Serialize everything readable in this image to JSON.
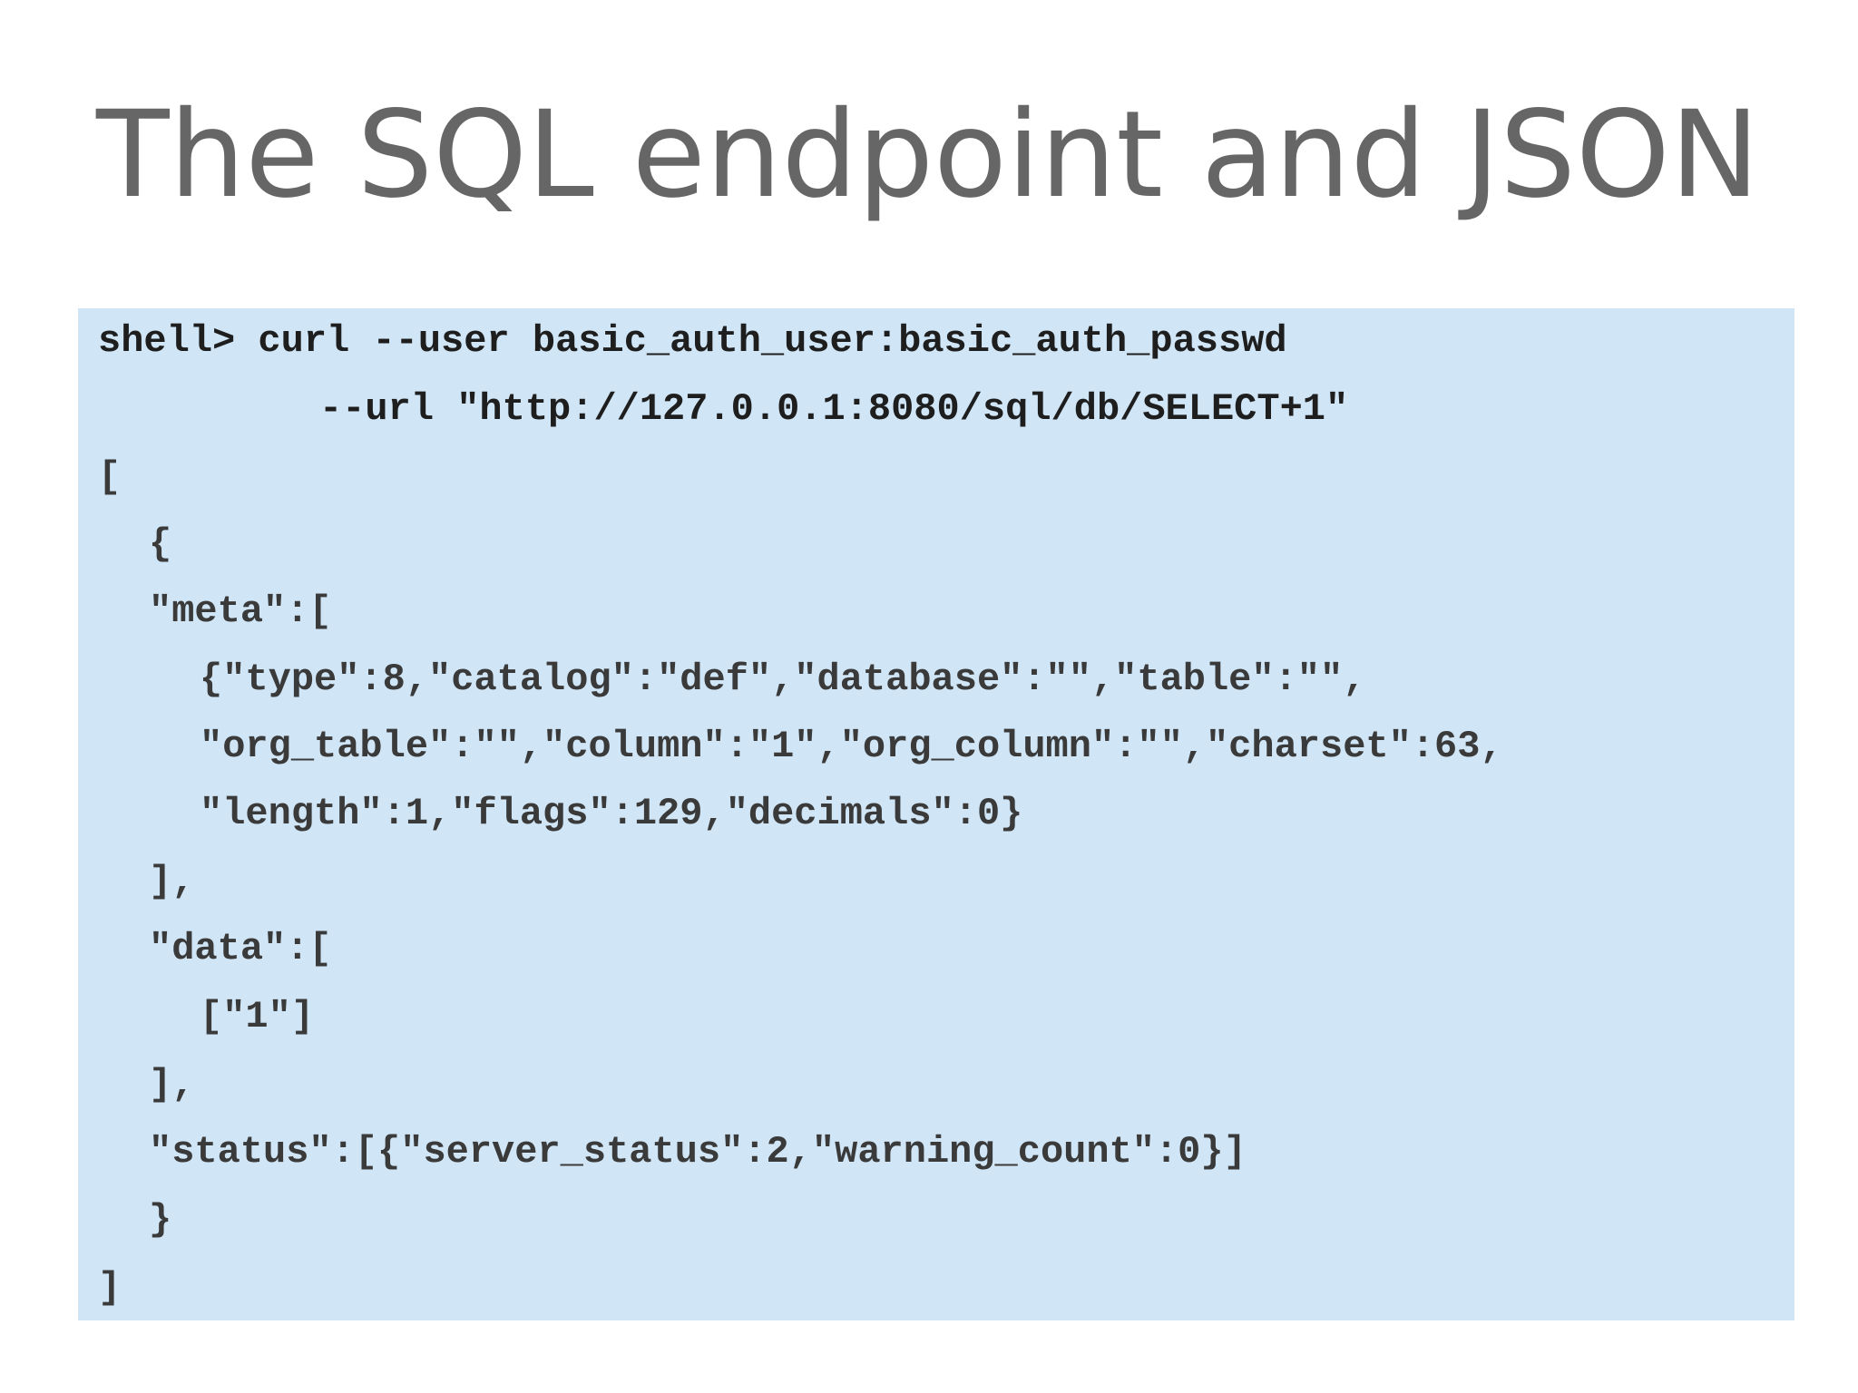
{
  "slide": {
    "title": "The SQL endpoint and JSON"
  },
  "code": {
    "command_lines": [
      "shell> curl --user basic_auth_user:basic_auth_passwd",
      "--url \"http://127.0.0.1:8080/sql/db/SELECT+1\""
    ],
    "output_lines": [
      "[",
      "{",
      "\"meta\":[",
      "{\"type\":8,\"catalog\":\"def\",\"database\":\"\",\"table\":\"\",",
      "\"org_table\":\"\",\"column\":\"1\",\"org_column\":\"\",\"charset\":63,",
      "\"length\":1,\"flags\":129,\"decimals\":0}",
      "],",
      "\"data\":[",
      "[\"1\"]",
      "],",
      "\"status\":[{\"server_status\":2,\"warning_count\":0}]",
      "}",
      "]"
    ]
  },
  "colors": {
    "title": "#666666",
    "code_background": "#d0e5f5",
    "code_text": "#1e1e1e"
  }
}
